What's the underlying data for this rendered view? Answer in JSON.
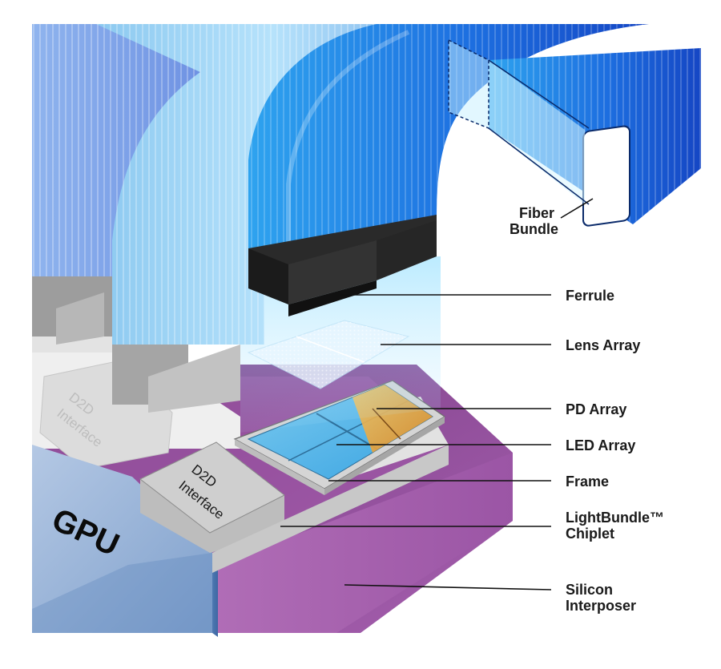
{
  "labels": {
    "fiber_bundle_1": "Fiber",
    "fiber_bundle_2": "Bundle",
    "ferrule": "Ferrule",
    "lens_array": "Lens Array",
    "pd_array": "PD Array",
    "led_array": "LED Array",
    "frame": "Frame",
    "chiplet_1": "LightBundle™",
    "chiplet_2": "Chiplet",
    "interposer_1": "Silicon",
    "interposer_2": "Interposer"
  },
  "blocks": {
    "gpu": "GPU",
    "d2d_back_1": "D2D",
    "d2d_back_2": "Interface",
    "d2d_front_1": "D2D",
    "d2d_front_2": "Interface"
  },
  "colors": {
    "interposer": "#a35cab",
    "gpu": "#8faed3",
    "fiber_light": "#9fd4f4",
    "fiber_dark": "#1a57d6",
    "ferrule": "#1e1e1e",
    "pd": "#e6a12a",
    "led": "#57b8e8"
  }
}
